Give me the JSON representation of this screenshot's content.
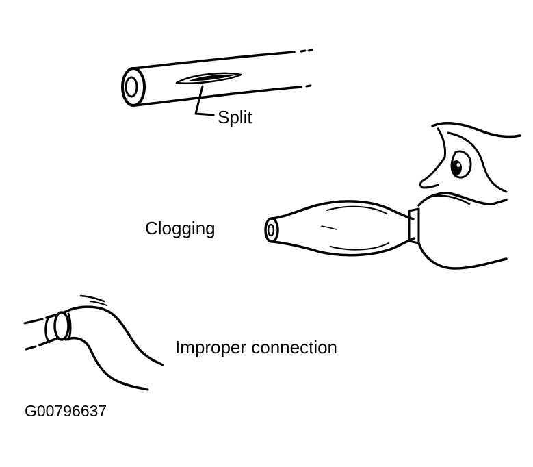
{
  "labels": {
    "split": "Split",
    "clogging": "Clogging",
    "improper_connection": "Improper connection",
    "figure_id": "G00796637"
  },
  "illustrations": {
    "split": "split-hose-icon",
    "clogging": "clogged-hose-blow-test-icon",
    "improper_connection": "improper-hose-connection-icon"
  },
  "colors": {
    "ink": "#000000",
    "background": "#ffffff"
  }
}
